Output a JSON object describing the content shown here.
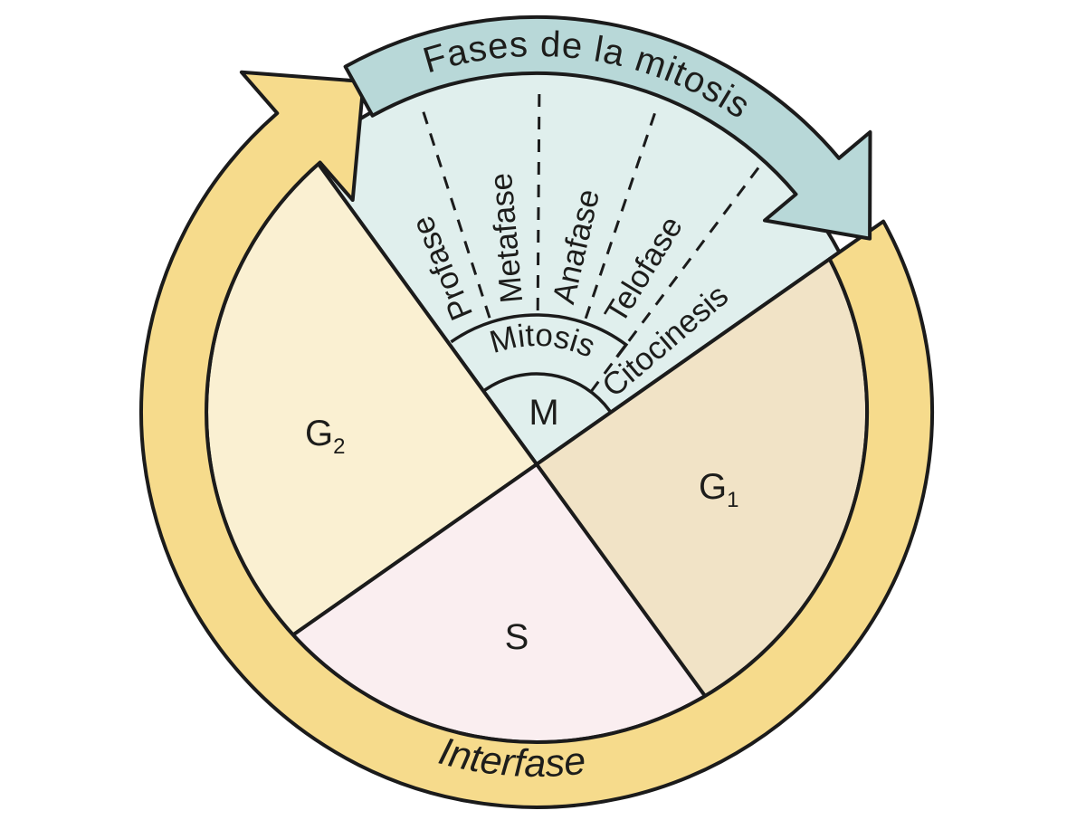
{
  "banner": {
    "label": "Fases de la mitosis"
  },
  "fan": {
    "mitosis_arc_label": "Mitosis",
    "phases": [
      {
        "label": "Profase"
      },
      {
        "label": "Metafase"
      },
      {
        "label": "Anafase"
      },
      {
        "label": "Telofase"
      },
      {
        "label": "Citocinesis"
      }
    ]
  },
  "pie": {
    "m": {
      "label": "M"
    },
    "g2": {
      "base": "G",
      "sub": "2"
    },
    "s": {
      "label": "S"
    },
    "g1": {
      "base": "G",
      "sub": "1"
    }
  },
  "ring": {
    "label": "Interfase"
  },
  "colors": {
    "ring_yellow": "#f6db8c",
    "banner_teal": "#b8d8d8",
    "fan_teal": "#e0efed",
    "g2_fill": "#faf0d2",
    "s_fill": "#faeef0",
    "g1_fill": "#f1e3c6",
    "outline": "#1b1b1b"
  }
}
